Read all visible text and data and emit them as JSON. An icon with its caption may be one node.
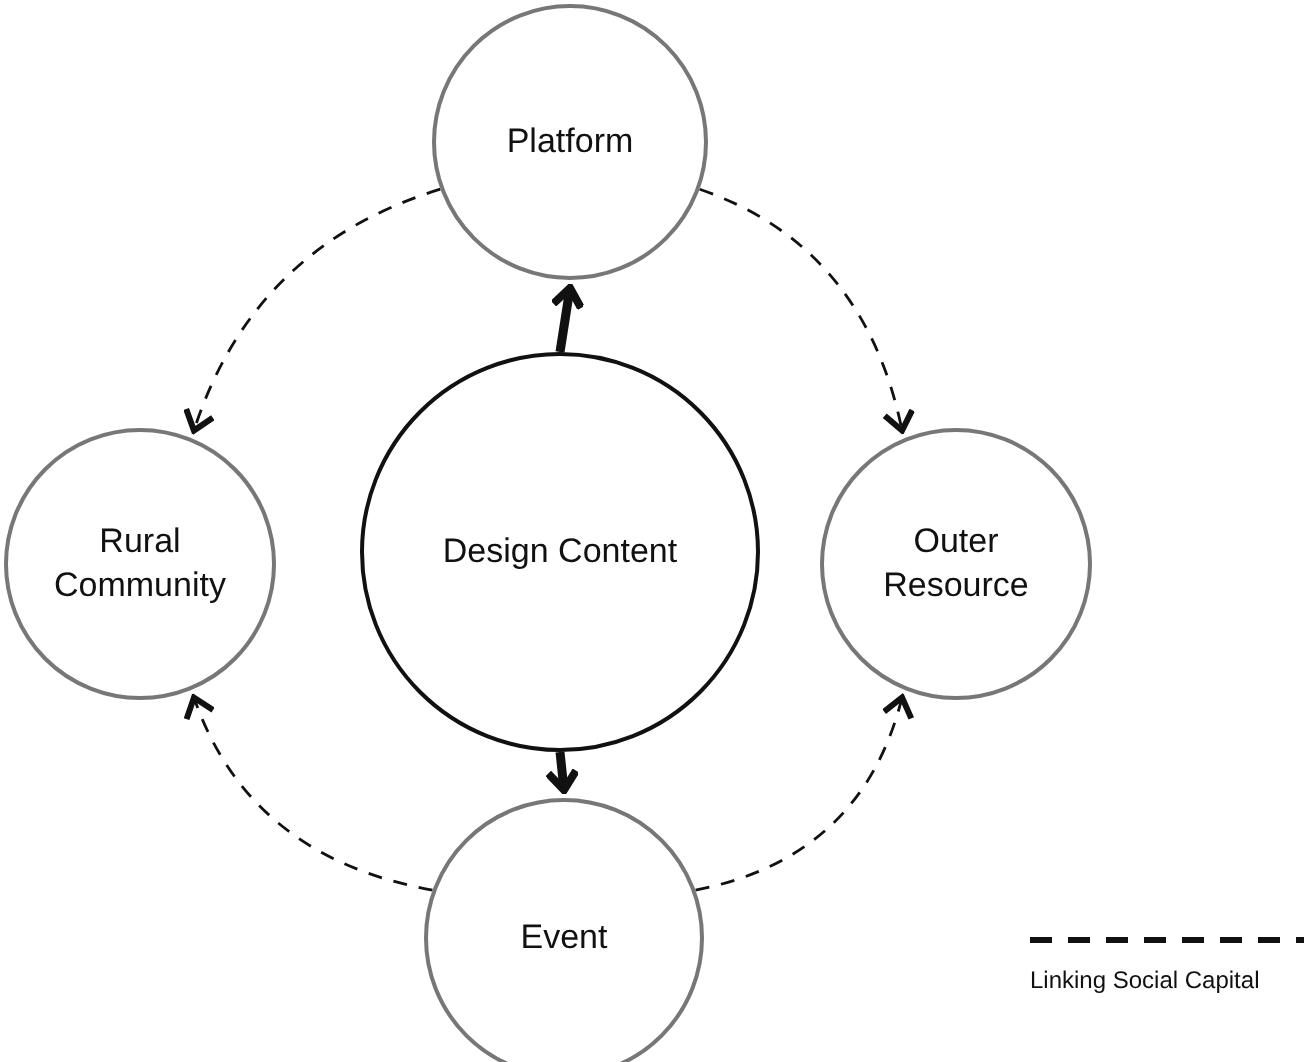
{
  "diagram": {
    "nodes": [
      {
        "text": [
          "Platform"
        ]
      },
      {
        "text": [
          "Rural Community"
        ]
      },
      {
        "text": [
          "Design Content"
        ]
      },
      {
        "text": [
          "Outer Resource"
        ]
      },
      {
        "text": [
          "Event"
        ]
      }
    ],
    "edges": [
      {
        "from": 0,
        "to": 1,
        "arrow": "to",
        "style": "dashed"
      },
      {
        "from": 0,
        "to": 3,
        "arrow": "to",
        "style": "dashed"
      },
      {
        "from": 2,
        "to": 0,
        "arrow": "to",
        "style": "thick"
      },
      {
        "from": 2,
        "to": 4,
        "arrow": "to",
        "style": "thick"
      },
      {
        "from": 4,
        "to": 1,
        "arrow": "to",
        "style": "dashed"
      },
      {
        "from": 4,
        "to": 3,
        "arrow": "to",
        "style": "dashed"
      }
    ],
    "legend": [
      {
        "text": "Linking Social Capital"
      }
    ]
  }
}
